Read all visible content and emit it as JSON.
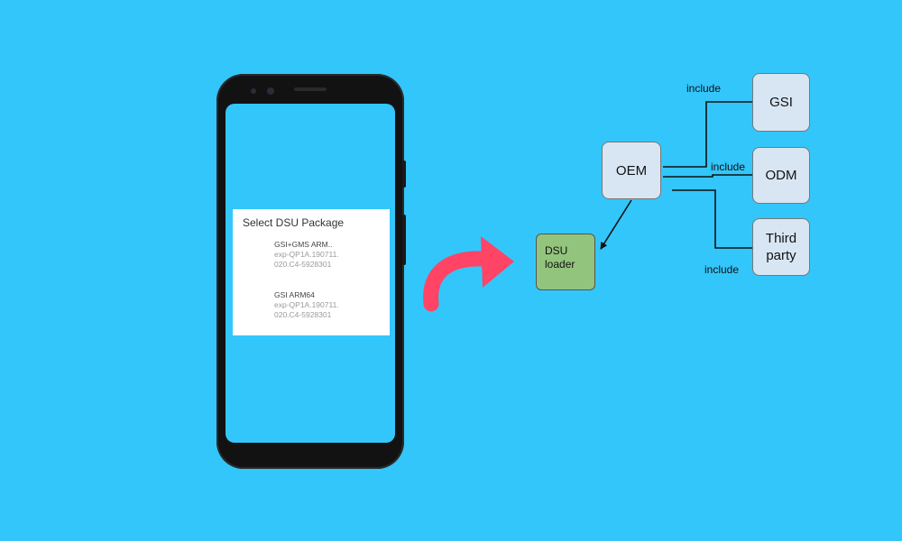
{
  "phone_dialog": {
    "title": "Select DSU Package",
    "packages": [
      {
        "name": "GSI+GMS ARM..",
        "version_line1": "exp-QP1A.190711.",
        "version_line2": "020.C4-5928301"
      },
      {
        "name": "GSI ARM64",
        "version_line1": "exp-QP1A.190711.",
        "version_line2": "020.C4-5928301"
      }
    ]
  },
  "diagram": {
    "nodes": {
      "oem": "OEM",
      "gsi": "GSI",
      "odm": "ODM",
      "third_party_line1": "Third",
      "third_party_line2": "party",
      "dsu_loader_line1": "DSU",
      "dsu_loader_line2": "loader"
    },
    "edge_labels": {
      "gsi": "include",
      "odm": "include",
      "third_party": "include"
    }
  },
  "colors": {
    "background": "#33c6fb",
    "arrow": "#ff4466",
    "node_fill": "#d8e6f4",
    "loader_fill": "#93c47d"
  },
  "icons": [
    "curved-arrow-icon",
    "front-camera-icon"
  ]
}
